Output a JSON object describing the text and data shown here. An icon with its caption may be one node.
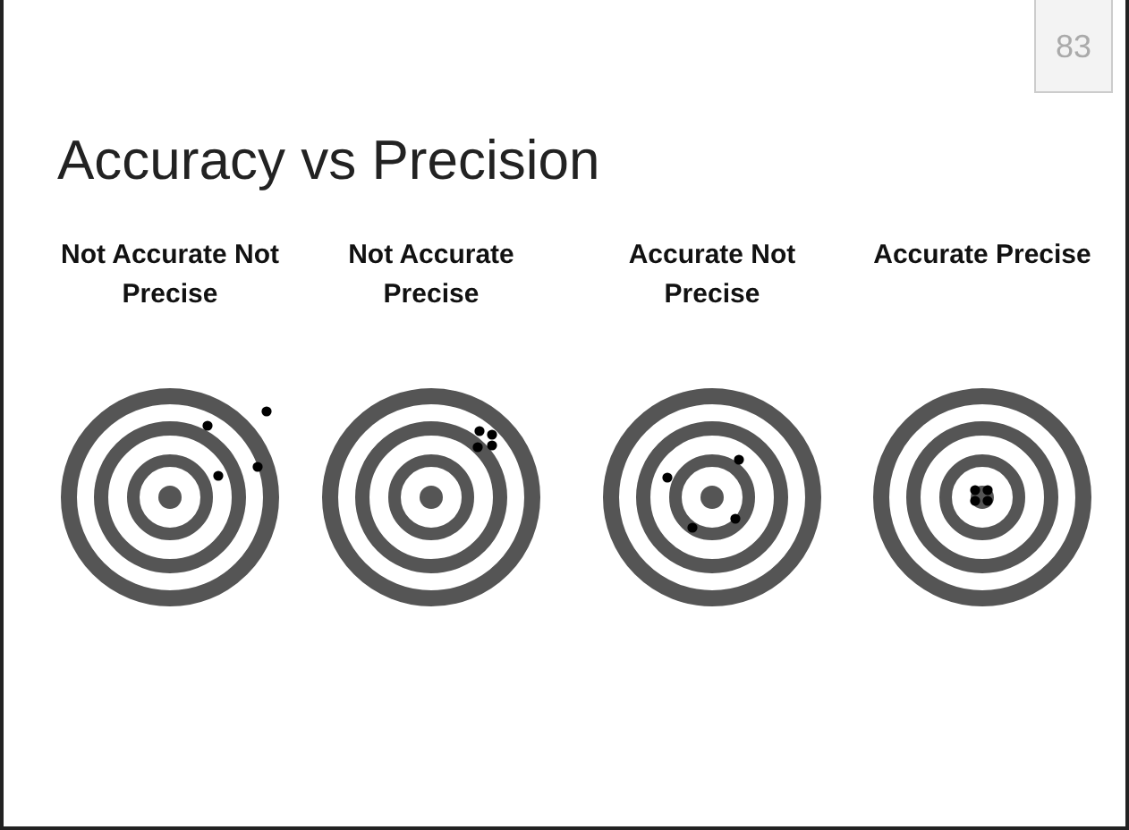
{
  "diagram": {
    "title": "Accuracy vs Precision",
    "labels": [
      "83",
      "Not Accurate Not Precise",
      "Not Accurate Precise",
      "Accurate Not Precise",
      "Accurate Precise"
    ]
  }
}
